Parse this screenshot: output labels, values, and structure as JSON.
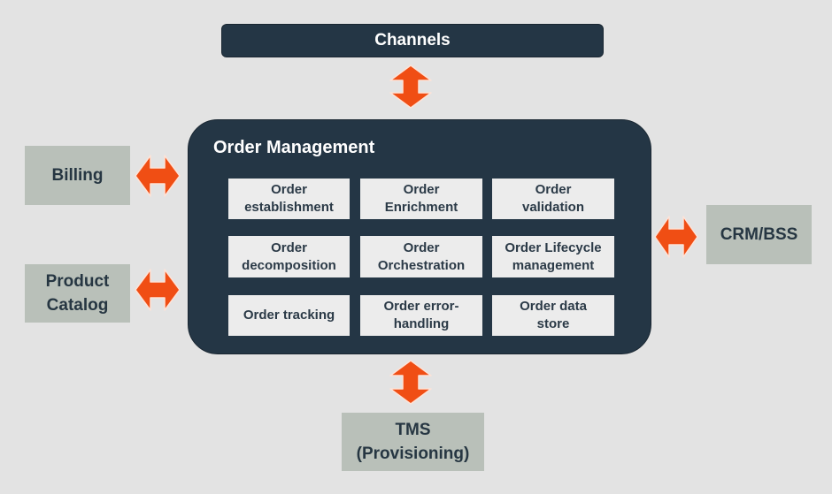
{
  "channels": {
    "label": "Channels"
  },
  "order_management": {
    "title": "Order Management",
    "cells": [
      "Order\nestablishment",
      "Order\nEnrichment",
      "Order\nvalidation",
      "Order\ndecomposition",
      "Order\nOrchestration",
      "Order Lifecycle\nmanagement",
      "Order tracking",
      "Order error-\nhandling",
      "Order data\nstore"
    ]
  },
  "systems": {
    "billing": "Billing",
    "product_catalog": "Product\nCatalog",
    "crm_bss": "CRM/BSS",
    "tms": "TMS\n(Provisioning)"
  },
  "colors": {
    "background": "#e3e3e3",
    "dark_navy": "#243645",
    "light_cell": "#ececec",
    "external_box": "#b9c0b9",
    "arrow": "#f04e14",
    "arrow_outline": "#fde3d8"
  },
  "icons": [
    "double-arrow-icon"
  ]
}
